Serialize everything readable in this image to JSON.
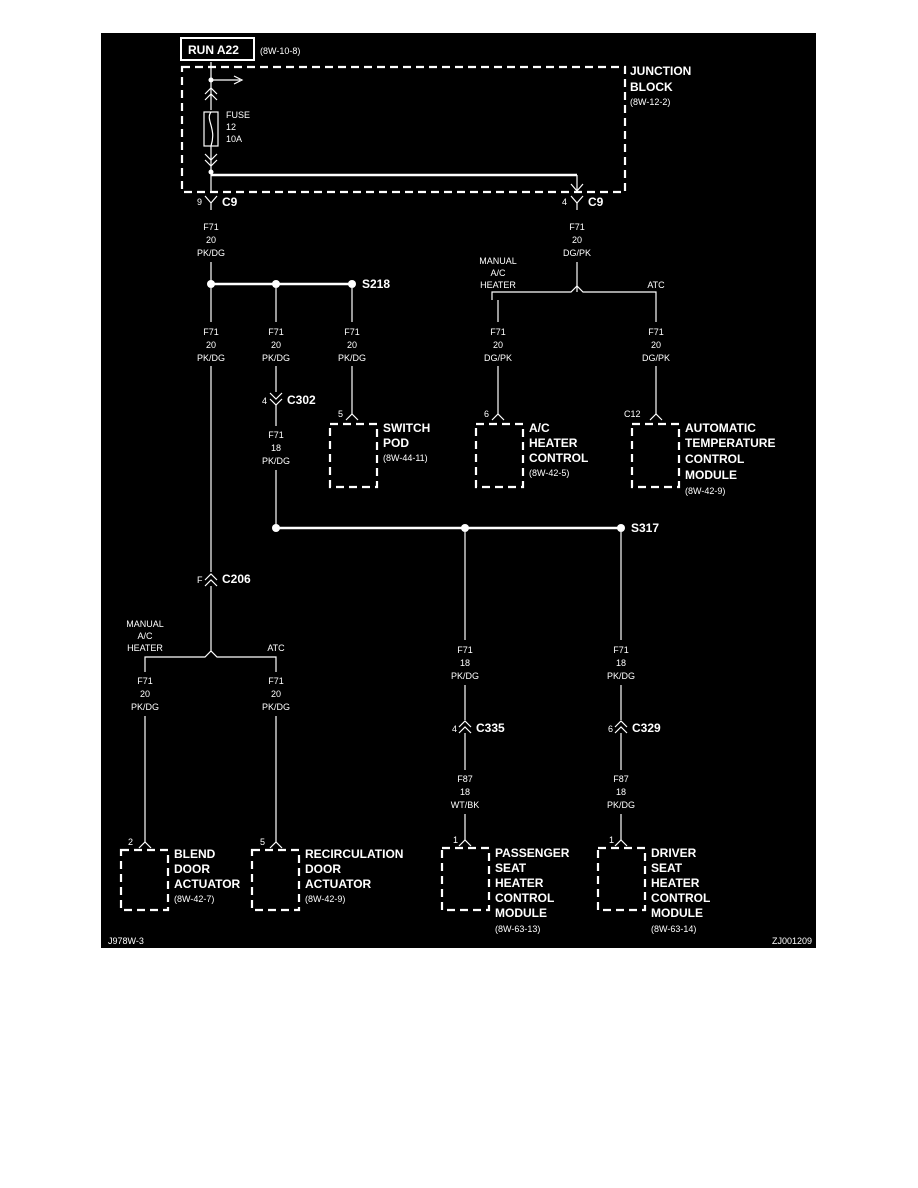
{
  "header": {
    "circuit": "RUN A22",
    "ref": "(8W-10-8)"
  },
  "junction_block": {
    "line1": "JUNCTION",
    "line2": "BLOCK",
    "ref": "(8W-12-2)"
  },
  "fuse": {
    "label": "FUSE",
    "number": "12",
    "rating": "10A"
  },
  "connectors": {
    "c9_left": {
      "pin": "9",
      "name": "C9"
    },
    "c9_right": {
      "pin": "4",
      "name": "C9"
    },
    "c302": {
      "pin": "4",
      "name": "C302"
    },
    "c206": {
      "pin": "F",
      "name": "C206"
    },
    "c335": {
      "pin": "4",
      "name": "C335"
    },
    "c329": {
      "pin": "6",
      "name": "C329"
    }
  },
  "splices": {
    "s218": "S218",
    "s317": "S317"
  },
  "wires": {
    "w1": {
      "circuit": "F71",
      "gauge": "20",
      "color": "PK/DG"
    },
    "w2": {
      "circuit": "F71",
      "gauge": "20",
      "color": "DG/PK"
    },
    "w3": {
      "circuit": "F71",
      "gauge": "20",
      "color": "PK/DG"
    },
    "w4": {
      "circuit": "F71",
      "gauge": "20",
      "color": "PK/DG"
    },
    "w5": {
      "circuit": "F71",
      "gauge": "20",
      "color": "PK/DG"
    },
    "w6": {
      "circuit": "F71",
      "gauge": "20",
      "color": "DG/PK"
    },
    "w7": {
      "circuit": "F71",
      "gauge": "20",
      "color": "DG/PK"
    },
    "w8": {
      "circuit": "F71",
      "gauge": "18",
      "color": "PK/DG"
    },
    "w9": {
      "circuit": "F71",
      "gauge": "20",
      "color": "PK/DG"
    },
    "w10": {
      "circuit": "F71",
      "gauge": "20",
      "color": "PK/DG"
    },
    "w11": {
      "circuit": "F71",
      "gauge": "18",
      "color": "PK/DG"
    },
    "w12": {
      "circuit": "F71",
      "gauge": "18",
      "color": "PK/DG"
    },
    "w13": {
      "circuit": "F87",
      "gauge": "18",
      "color": "WT/BK"
    },
    "w14": {
      "circuit": "F87",
      "gauge": "18",
      "color": "PK/DG"
    }
  },
  "options": {
    "upper": {
      "manual_l1": "MANUAL",
      "manual_l2": "A/C",
      "manual_l3": "HEATER",
      "atc": "ATC"
    },
    "lower": {
      "manual_l1": "MANUAL",
      "manual_l2": "A/C",
      "manual_l3": "HEATER",
      "atc": "ATC"
    }
  },
  "components": {
    "switch_pod": {
      "pin": "5",
      "l1": "SWITCH",
      "l2": "POD",
      "ref": "(8W-44-11)"
    },
    "ac_heater": {
      "pin": "6",
      "l1": "A/C",
      "l2": "HEATER",
      "l3": "CONTROL",
      "ref": "(8W-42-5)"
    },
    "atc_module": {
      "pin": "C12",
      "l1": "AUTOMATIC",
      "l2": "TEMPERATURE",
      "l3": "CONTROL",
      "l4": "MODULE",
      "ref": "(8W-42-9)"
    },
    "blend_door": {
      "pin": "2",
      "l1": "BLEND",
      "l2": "DOOR",
      "l3": "ACTUATOR",
      "ref": "(8W-42-7)"
    },
    "recirc_door": {
      "pin": "5",
      "l1": "RECIRCULATION",
      "l2": "DOOR",
      "l3": "ACTUATOR",
      "ref": "(8W-42-9)"
    },
    "pass_seat": {
      "pin": "1",
      "l1": "PASSENGER",
      "l2": "SEAT",
      "l3": "HEATER",
      "l4": "CONTROL",
      "l5": "MODULE",
      "ref": "(8W-63-13)"
    },
    "driver_seat": {
      "pin": "1",
      "l1": "DRIVER",
      "l2": "SEAT",
      "l3": "HEATER",
      "l4": "CONTROL",
      "l5": "MODULE",
      "ref": "(8W-63-14)"
    }
  },
  "footer": {
    "left": "J978W-3",
    "right": "ZJ001209"
  },
  "colors": {
    "background": "#000000",
    "ink": "#ffffff",
    "page": "#ffffff"
  }
}
